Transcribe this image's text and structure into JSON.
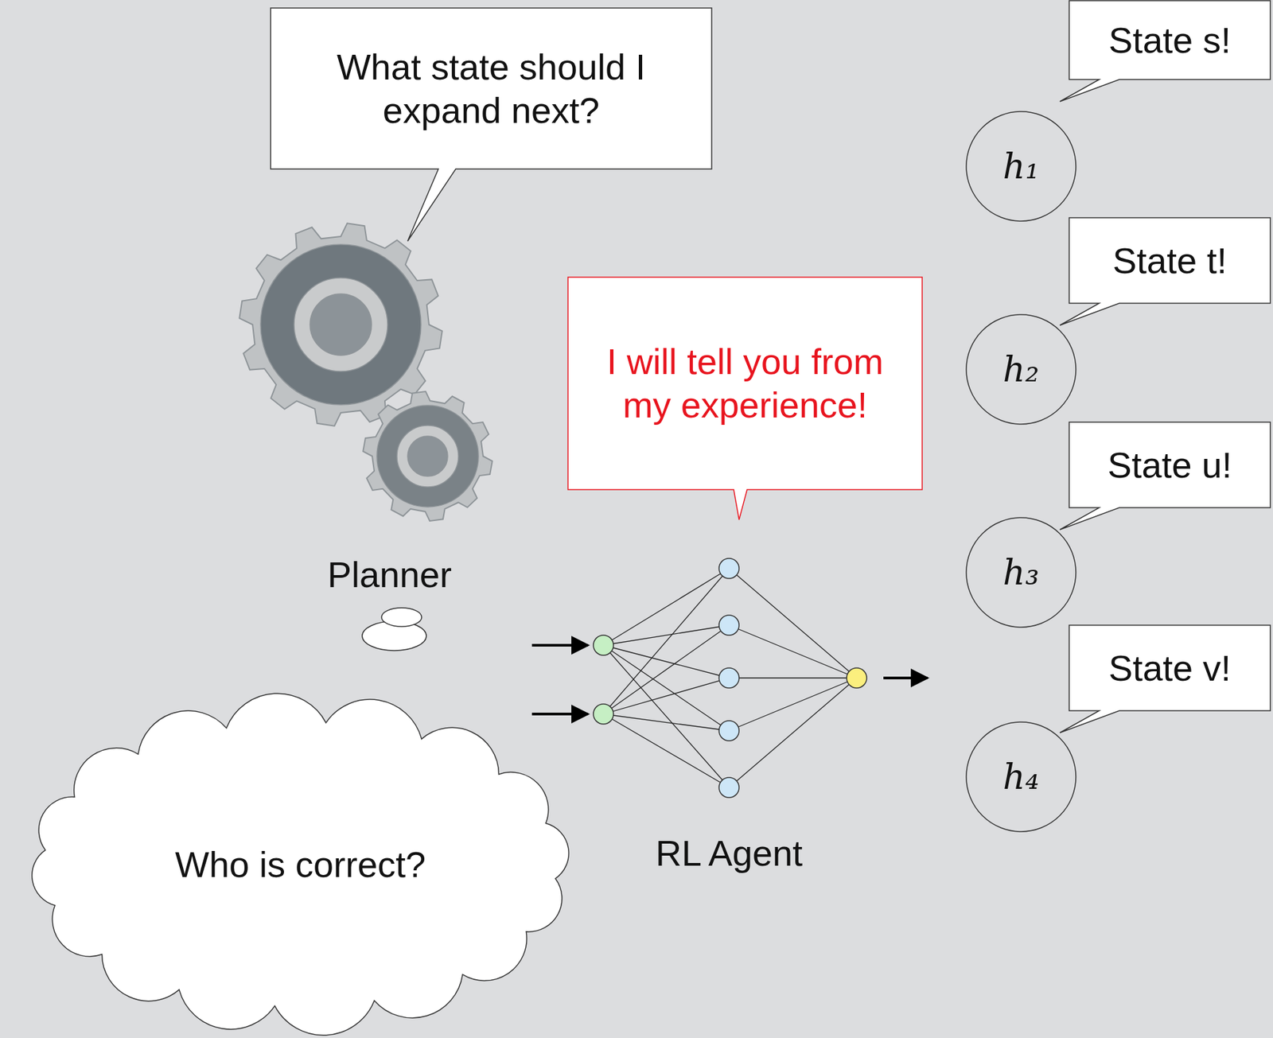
{
  "diagram": {
    "nodes": [
      {
        "text": [
          "What state should I expand next?"
        ]
      },
      {
        "text": [
          "State s!"
        ]
      },
      {
        "text": [
          "h₁"
        ]
      },
      {
        "text": [
          "State t!"
        ]
      },
      {
        "text": [
          "h₂"
        ]
      },
      {
        "text": [
          "I will tell you from my experience!"
        ]
      },
      {
        "text": [
          "State u!"
        ]
      },
      {
        "text": [
          "h₃"
        ]
      },
      {
        "text": [
          "State v!"
        ]
      },
      {
        "text": [
          "h₄"
        ]
      },
      {
        "text": [
          "Who is correct?"
        ]
      }
    ],
    "labels": [
      "Planner",
      "RL Agent"
    ]
  }
}
